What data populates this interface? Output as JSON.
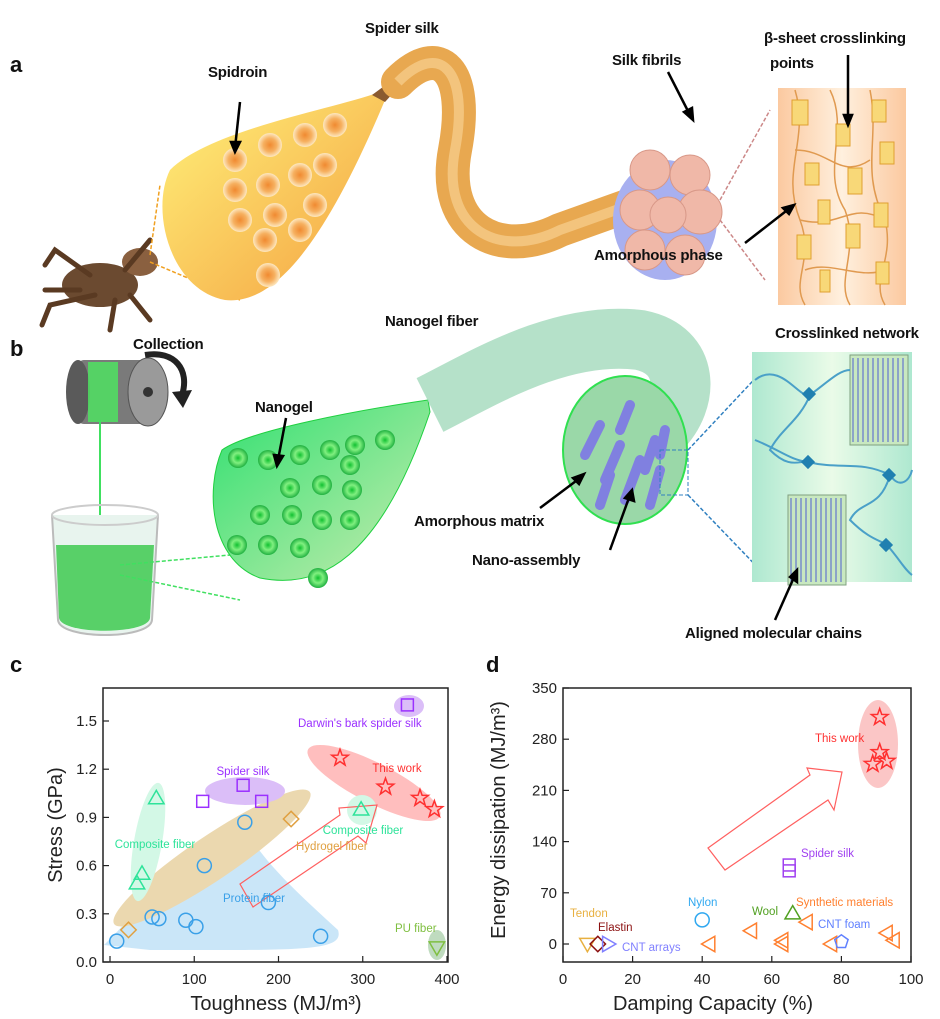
{
  "panels": {
    "a": "a",
    "b": "b",
    "c": "c",
    "d": "d"
  },
  "panel_a": {
    "title": "Spider silk",
    "spidroin": "Spidroin",
    "silk_fibrils": "Silk fibrils",
    "beta_sheet_1": "β-sheet crosslinking",
    "beta_sheet_2": "points",
    "amorphous_phase": "Amorphous phase"
  },
  "panel_b": {
    "title": "Nanogel fiber",
    "collection": "Collection",
    "nanogel": "Nanogel",
    "amorphous_matrix": "Amorphous matrix",
    "nano_assembly": "Nano-assembly",
    "crosslinked_network": "Crosslinked network",
    "aligned_chains": "Aligned molecular chains"
  },
  "chart_data": [
    {
      "type": "scatter",
      "xlabel": "Toughness (MJ/m³)",
      "ylabel": "Stress (GPa)",
      "xlim": [
        -10,
        402
      ],
      "ylim": [
        0,
        1.7
      ],
      "xticks": [
        0,
        100,
        200,
        300,
        400
      ],
      "yticks": [
        "0.0",
        "0.3",
        "0.6",
        "0.9",
        "1.2",
        "1.5"
      ],
      "grid": false,
      "series": [
        {
          "name": "Protein fiber",
          "marker": "circle",
          "color": "#3aa0e8",
          "points": [
            [
              8,
              0.13
            ],
            [
              50,
              0.28
            ],
            [
              58,
              0.27
            ],
            [
              90,
              0.26
            ],
            [
              102,
              0.22
            ],
            [
              112,
              0.6
            ],
            [
              160,
              0.87
            ],
            [
              188,
              0.37
            ],
            [
              250,
              0.16
            ]
          ]
        },
        {
          "name": "Hydrogel fiber",
          "marker": "diamond",
          "color": "#e0a040",
          "points": [
            [
              22,
              0.2
            ],
            [
              215,
              0.89
            ]
          ]
        },
        {
          "name": "Composite fiber",
          "marker": "triangle-up",
          "color": "#2ee39a",
          "points": [
            [
              55,
              1.02
            ],
            [
              38,
              0.55
            ],
            [
              32,
              0.49
            ]
          ]
        },
        {
          "name": "Composite fiber",
          "marker": "triangle-up",
          "color": "#2ee39a",
          "points": [
            [
              298,
              0.95
            ]
          ]
        },
        {
          "name": "Spider silk",
          "marker": "square",
          "color": "#9b30ff",
          "points": [
            [
              110,
              1.0
            ],
            [
              158,
              1.1
            ],
            [
              180,
              1.0
            ]
          ]
        },
        {
          "name": "Darwin's bark spider silk",
          "marker": "square",
          "color": "#9b30ff",
          "points": [
            [
              353,
              1.6
            ]
          ]
        },
        {
          "name": "This work",
          "marker": "star",
          "color": "#ff3030",
          "points": [
            [
              273,
              1.27
            ],
            [
              327,
              1.09
            ],
            [
              368,
              1.02
            ],
            [
              385,
              0.95
            ]
          ]
        },
        {
          "name": "PU fiber",
          "marker": "triangle-down",
          "color": "#7fbf40",
          "points": [
            [
              388,
              0.09
            ]
          ]
        }
      ]
    },
    {
      "type": "scatter",
      "xlabel": "Damping Capacity (%)",
      "ylabel": "Energy dissipation (MJ/m³)",
      "xlim": [
        0,
        100
      ],
      "ylim": [
        -25,
        350
      ],
      "xticks": [
        0,
        20,
        40,
        60,
        80,
        100
      ],
      "yticks": [
        0,
        70,
        140,
        210,
        280,
        350
      ],
      "grid": false,
      "series": [
        {
          "name": "Tendon",
          "marker": "triangle-down",
          "color": "#e8b040",
          "points": [
            [
              7,
              0
            ]
          ]
        },
        {
          "name": "Elastin",
          "marker": "diamond",
          "color": "#8b1010",
          "points": [
            [
              10,
              0
            ]
          ]
        },
        {
          "name": "CNT arrays",
          "marker": "triangle-right",
          "color": "#8080ff",
          "points": [
            [
              13,
              0
            ]
          ]
        },
        {
          "name": "Nylon",
          "marker": "circle",
          "color": "#30a8f0",
          "points": [
            [
              40,
              33
            ]
          ]
        },
        {
          "name": "Synthetic materials",
          "marker": "triangle-left",
          "color": "#ff8030",
          "points": [
            [
              42,
              0
            ],
            [
              54,
              18
            ],
            [
              63,
              5
            ],
            [
              63,
              0
            ],
            [
              70,
              30
            ],
            [
              77,
              0
            ],
            [
              93,
              15
            ],
            [
              95,
              5
            ]
          ]
        },
        {
          "name": "Wool",
          "marker": "triangle-up",
          "color": "#50a020",
          "points": [
            [
              66,
              42
            ]
          ]
        },
        {
          "name": "Spider silk",
          "marker": "square",
          "color": "#a040f0",
          "points": [
            [
              65,
              100
            ],
            [
              65,
              108
            ]
          ]
        },
        {
          "name": "CNT foam",
          "marker": "pentagon",
          "color": "#6080ff",
          "points": [
            [
              80,
              3
            ]
          ]
        },
        {
          "name": "This work",
          "marker": "star",
          "color": "#ff3030",
          "points": [
            [
              91,
              310
            ],
            [
              91,
              262
            ],
            [
              89,
              246
            ],
            [
              93,
              250
            ]
          ]
        }
      ]
    }
  ]
}
